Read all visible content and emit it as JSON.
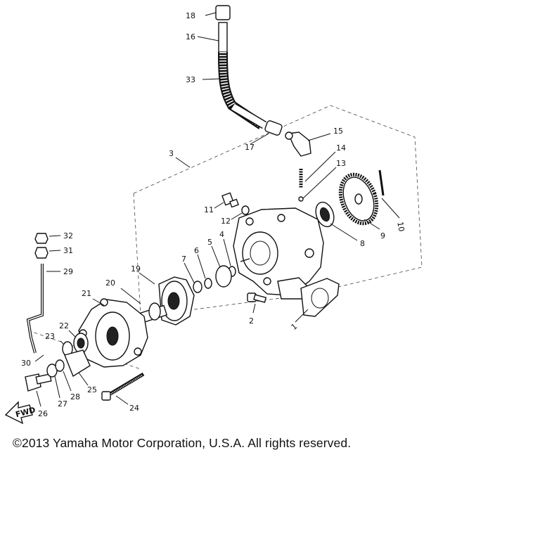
{
  "copyright": "©2013 Yamaha Motor Corporation, U.S.A. All rights reserved.",
  "callouts": {
    "n1": "1",
    "n2": "2",
    "n3": "3",
    "n4": "4",
    "n5": "5",
    "n6": "6",
    "n7": "7",
    "n8": "8",
    "n9": "9",
    "n10": "10",
    "n11": "11",
    "n12": "12",
    "n13": "13",
    "n14": "14",
    "n15": "15",
    "n16": "16",
    "n17": "17",
    "n18": "18",
    "n19": "19",
    "n20": "20",
    "n21": "21",
    "n22": "22",
    "n23": "23",
    "n24": "24",
    "n25": "25",
    "n26": "26",
    "n27": "27",
    "n28": "28",
    "n29": "29",
    "n30": "30",
    "n31": "31",
    "n32": "32",
    "n33": "33"
  },
  "front_arrow": "FWD"
}
